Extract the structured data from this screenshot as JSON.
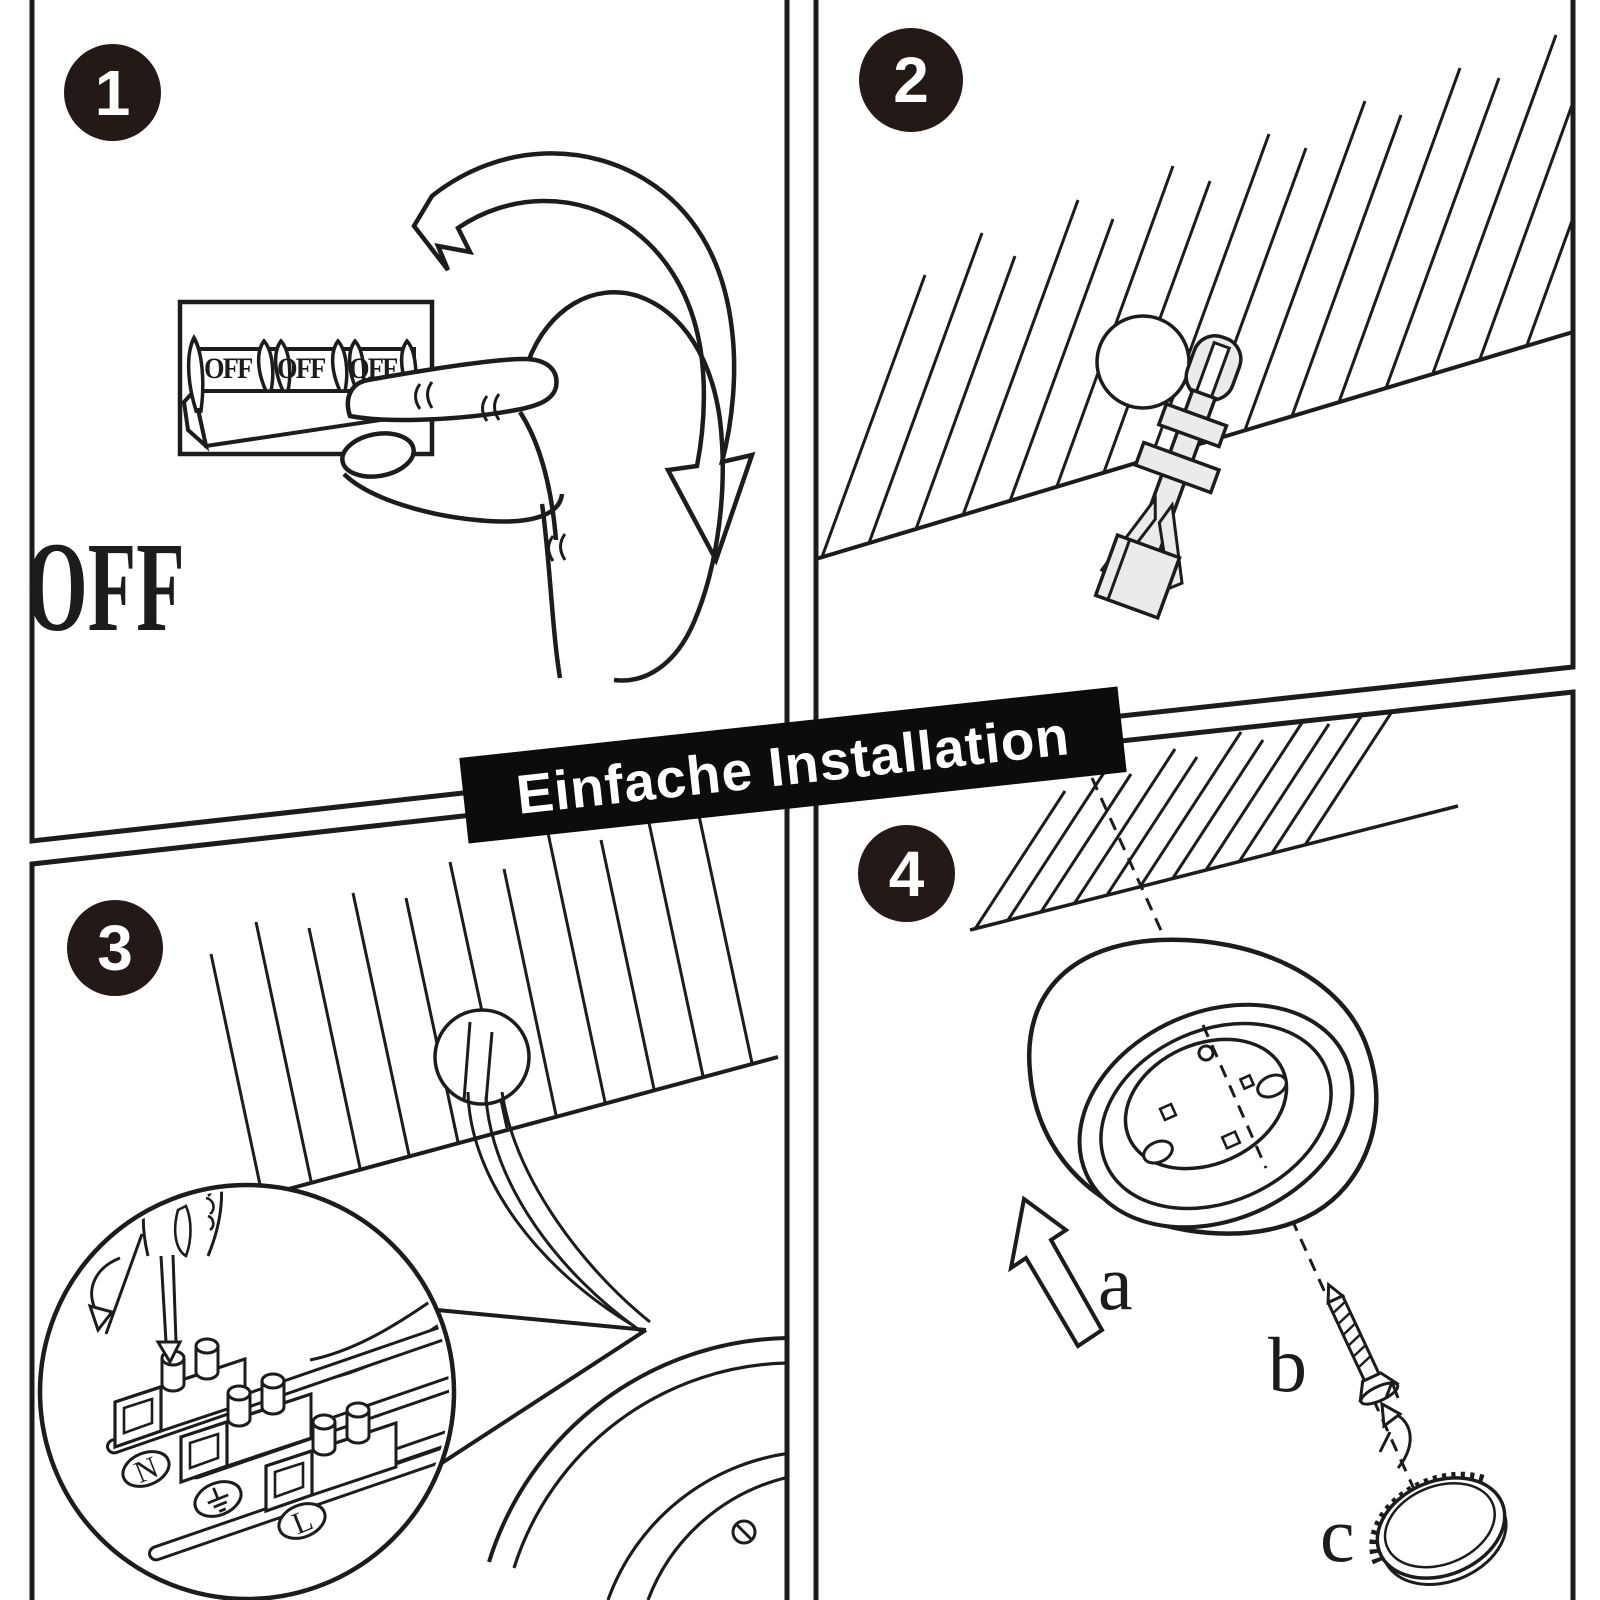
{
  "theme": {
    "background": "#ffffff",
    "ink": "#1c1c1c",
    "badge_bg": "#231916",
    "badge_fg": "#ffffff",
    "banner_bg": "#0e0c0b",
    "banner_fg": "#ffffff",
    "fill_light": "#ebebeb"
  },
  "banner": {
    "label": "Einfache Installation"
  },
  "step1": {
    "badge": "1",
    "breaker_switch_labels": [
      "OFF",
      "OFF",
      "OFF"
    ],
    "status_label": "OFF"
  },
  "step2": {
    "badge": "2"
  },
  "step3": {
    "badge": "3",
    "terminal_neutral": "N",
    "terminal_live": "L"
  },
  "step4": {
    "badge": "4",
    "label_arrow": "a",
    "label_screw": "b",
    "label_cover": "c"
  }
}
